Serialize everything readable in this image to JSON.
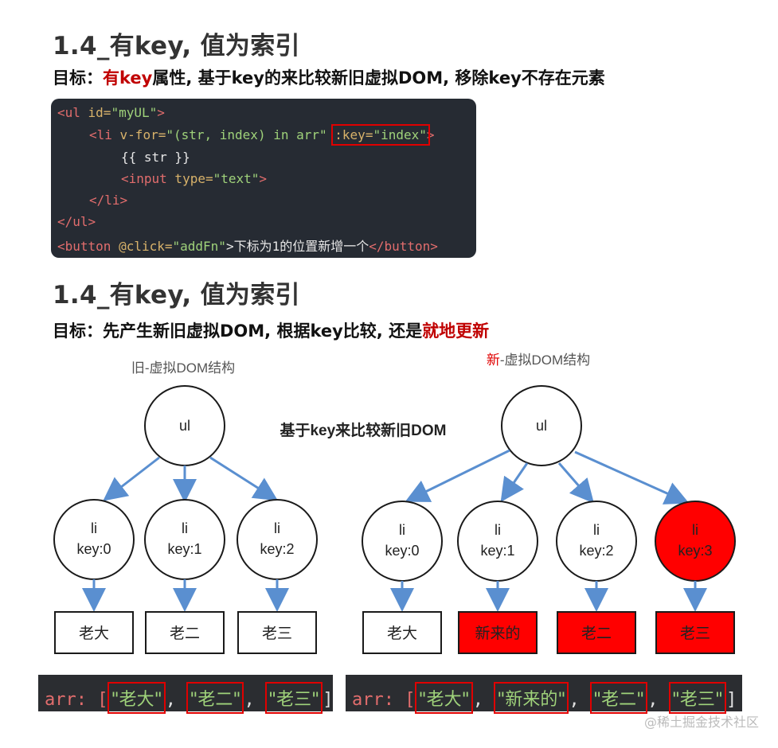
{
  "section1": {
    "heading": "1.4_有key, 值为索引",
    "goal_prefix": "目标：",
    "goal_red": "有key",
    "goal_rest": "属性, 基于key的来比较新旧虚拟DOM, 移除key不存在元素"
  },
  "code": {
    "l1_tag": "<ul",
    "l1_attr": " id=",
    "l1_val": "\"myUL\"",
    "l1_end": ">",
    "l2_tag": "<li",
    "l2_attr": " v-for=",
    "l2_val": "\"(str, index) in arr\"",
    "l2_key_attr": ":key=",
    "l2_key_val": "\"index\"",
    "l2_end": ">",
    "l3": "{{ str }}",
    "l4_tag": "<input",
    "l4_attr": " type=",
    "l4_val": "\"text\"",
    "l4_end": ">",
    "l5": "</li>",
    "l6": "</ul>",
    "l7_tag": "<button",
    "l7_attr": " @click=",
    "l7_val": "\"addFn\"",
    "l7_text": ">下标为1的位置新增一个",
    "l7_end": "</button>"
  },
  "section2": {
    "heading": "1.4_有key, 值为索引",
    "goal_prefix": "目标：先产生新旧虚拟DOM, 根据key比较, 还是",
    "goal_red": "就地更新"
  },
  "diagram": {
    "old_title": "旧-虚拟DOM结构",
    "new_title_red": "新",
    "new_title_rest": "-虚拟DOM结构",
    "center_label": "基于key来比较新旧DOM",
    "root_label": "ul",
    "li_label": "li",
    "old_keys": [
      "key:0",
      "key:1",
      "key:2"
    ],
    "new_keys": [
      "key:0",
      "key:1",
      "key:2",
      "key:3"
    ],
    "old_values": [
      "老大",
      "老二",
      "老三"
    ],
    "new_values": [
      "老大",
      "新来的",
      "老二",
      "老三"
    ],
    "highlight_color": "#ff0000"
  },
  "arrays": {
    "prefix": "arr: [",
    "suffix": "]",
    "sep": ",",
    "old_items": [
      "\"老大\"",
      "\"老二\"",
      "\"老三\""
    ],
    "new_items": [
      "\"老大\"",
      "\"新来的\"",
      "\"老二\"",
      "\"老三\""
    ]
  },
  "watermark": "@稀土掘金技术社区"
}
